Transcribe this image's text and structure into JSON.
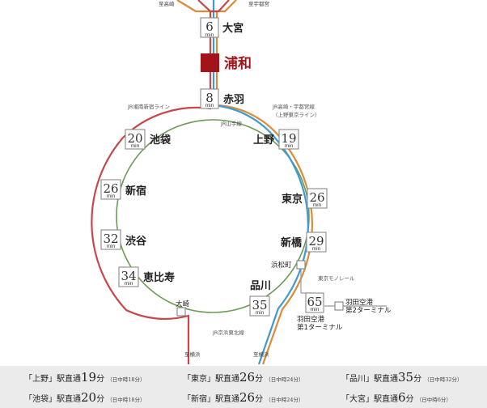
{
  "colors": {
    "jr_line": "#c8474b",
    "utsunomiya": "#d98b3a",
    "keihin": "#3e9bd1",
    "yamanote": "#6e9a57",
    "urawa": "#a3131a"
  },
  "directions": {
    "takasaki": "至高崎",
    "utsunomiya": "至宇都宮",
    "yokohama_1": "至横浜",
    "yokohama_2": "至横浜"
  },
  "lines": {
    "shonan": "JR湘南新宿ライン",
    "takasaki_1": "JR高崎・宇都宮線",
    "takasaki_2": "（上野東京ライン）",
    "yamanote": "JR山手線",
    "keihin": "JR京浜東北線",
    "monorail": "東京モノレール"
  },
  "stations": {
    "omiya": {
      "name": "大宮",
      "min": "6",
      "unit": "min"
    },
    "urawa": {
      "name": "浦和"
    },
    "akabane": {
      "name": "赤羽",
      "min": "8",
      "unit": "min"
    },
    "ikebukuro": {
      "name": "池袋",
      "min": "20",
      "unit": "min"
    },
    "ueno": {
      "name": "上野",
      "min": "19",
      "unit": "min"
    },
    "shinjuku": {
      "name": "新宿",
      "min": "26",
      "unit": "min"
    },
    "tokyo": {
      "name": "東京",
      "min": "26",
      "unit": "min"
    },
    "shibuya": {
      "name": "渋谷",
      "min": "32",
      "unit": "min"
    },
    "shinbashi": {
      "name": "新橋",
      "min": "29",
      "unit": "min"
    },
    "ebisu": {
      "name": "恵比寿",
      "min": "34",
      "unit": "min"
    },
    "hamamatsucho": {
      "name": "浜松町"
    },
    "shinagawa": {
      "name": "品川",
      "min": "35",
      "unit": "min"
    },
    "osaki": {
      "name": "大崎"
    },
    "haneda_t1": {
      "name_1": "羽田空港",
      "name_2": "第1ターミナル",
      "min": "65",
      "unit": "min"
    },
    "haneda_t2": {
      "name_1": "羽田空港",
      "name_2": "第2ターミナル"
    }
  },
  "footer": [
    {
      "station": "「上野」",
      "label": "駅直通",
      "min": "19",
      "unit": "分",
      "note": "（日中時18分）"
    },
    {
      "station": "「東京」",
      "label": "駅直通",
      "min": "26",
      "unit": "分",
      "note": "（日中時24分）"
    },
    {
      "station": "「品川」",
      "label": "駅直通",
      "min": "35",
      "unit": "分",
      "note": "（日中時32分）"
    },
    {
      "station": "「池袋」",
      "label": "駅直通",
      "min": "20",
      "unit": "分",
      "note": "（日中時18分）"
    },
    {
      "station": "「新宿」",
      "label": "駅直通",
      "min": "26",
      "unit": "分",
      "note": "（日中時24分）"
    },
    {
      "station": "「大宮」",
      "label": "駅直通",
      "min": "6",
      "unit": "分",
      "note": "（日中時6分）"
    }
  ]
}
